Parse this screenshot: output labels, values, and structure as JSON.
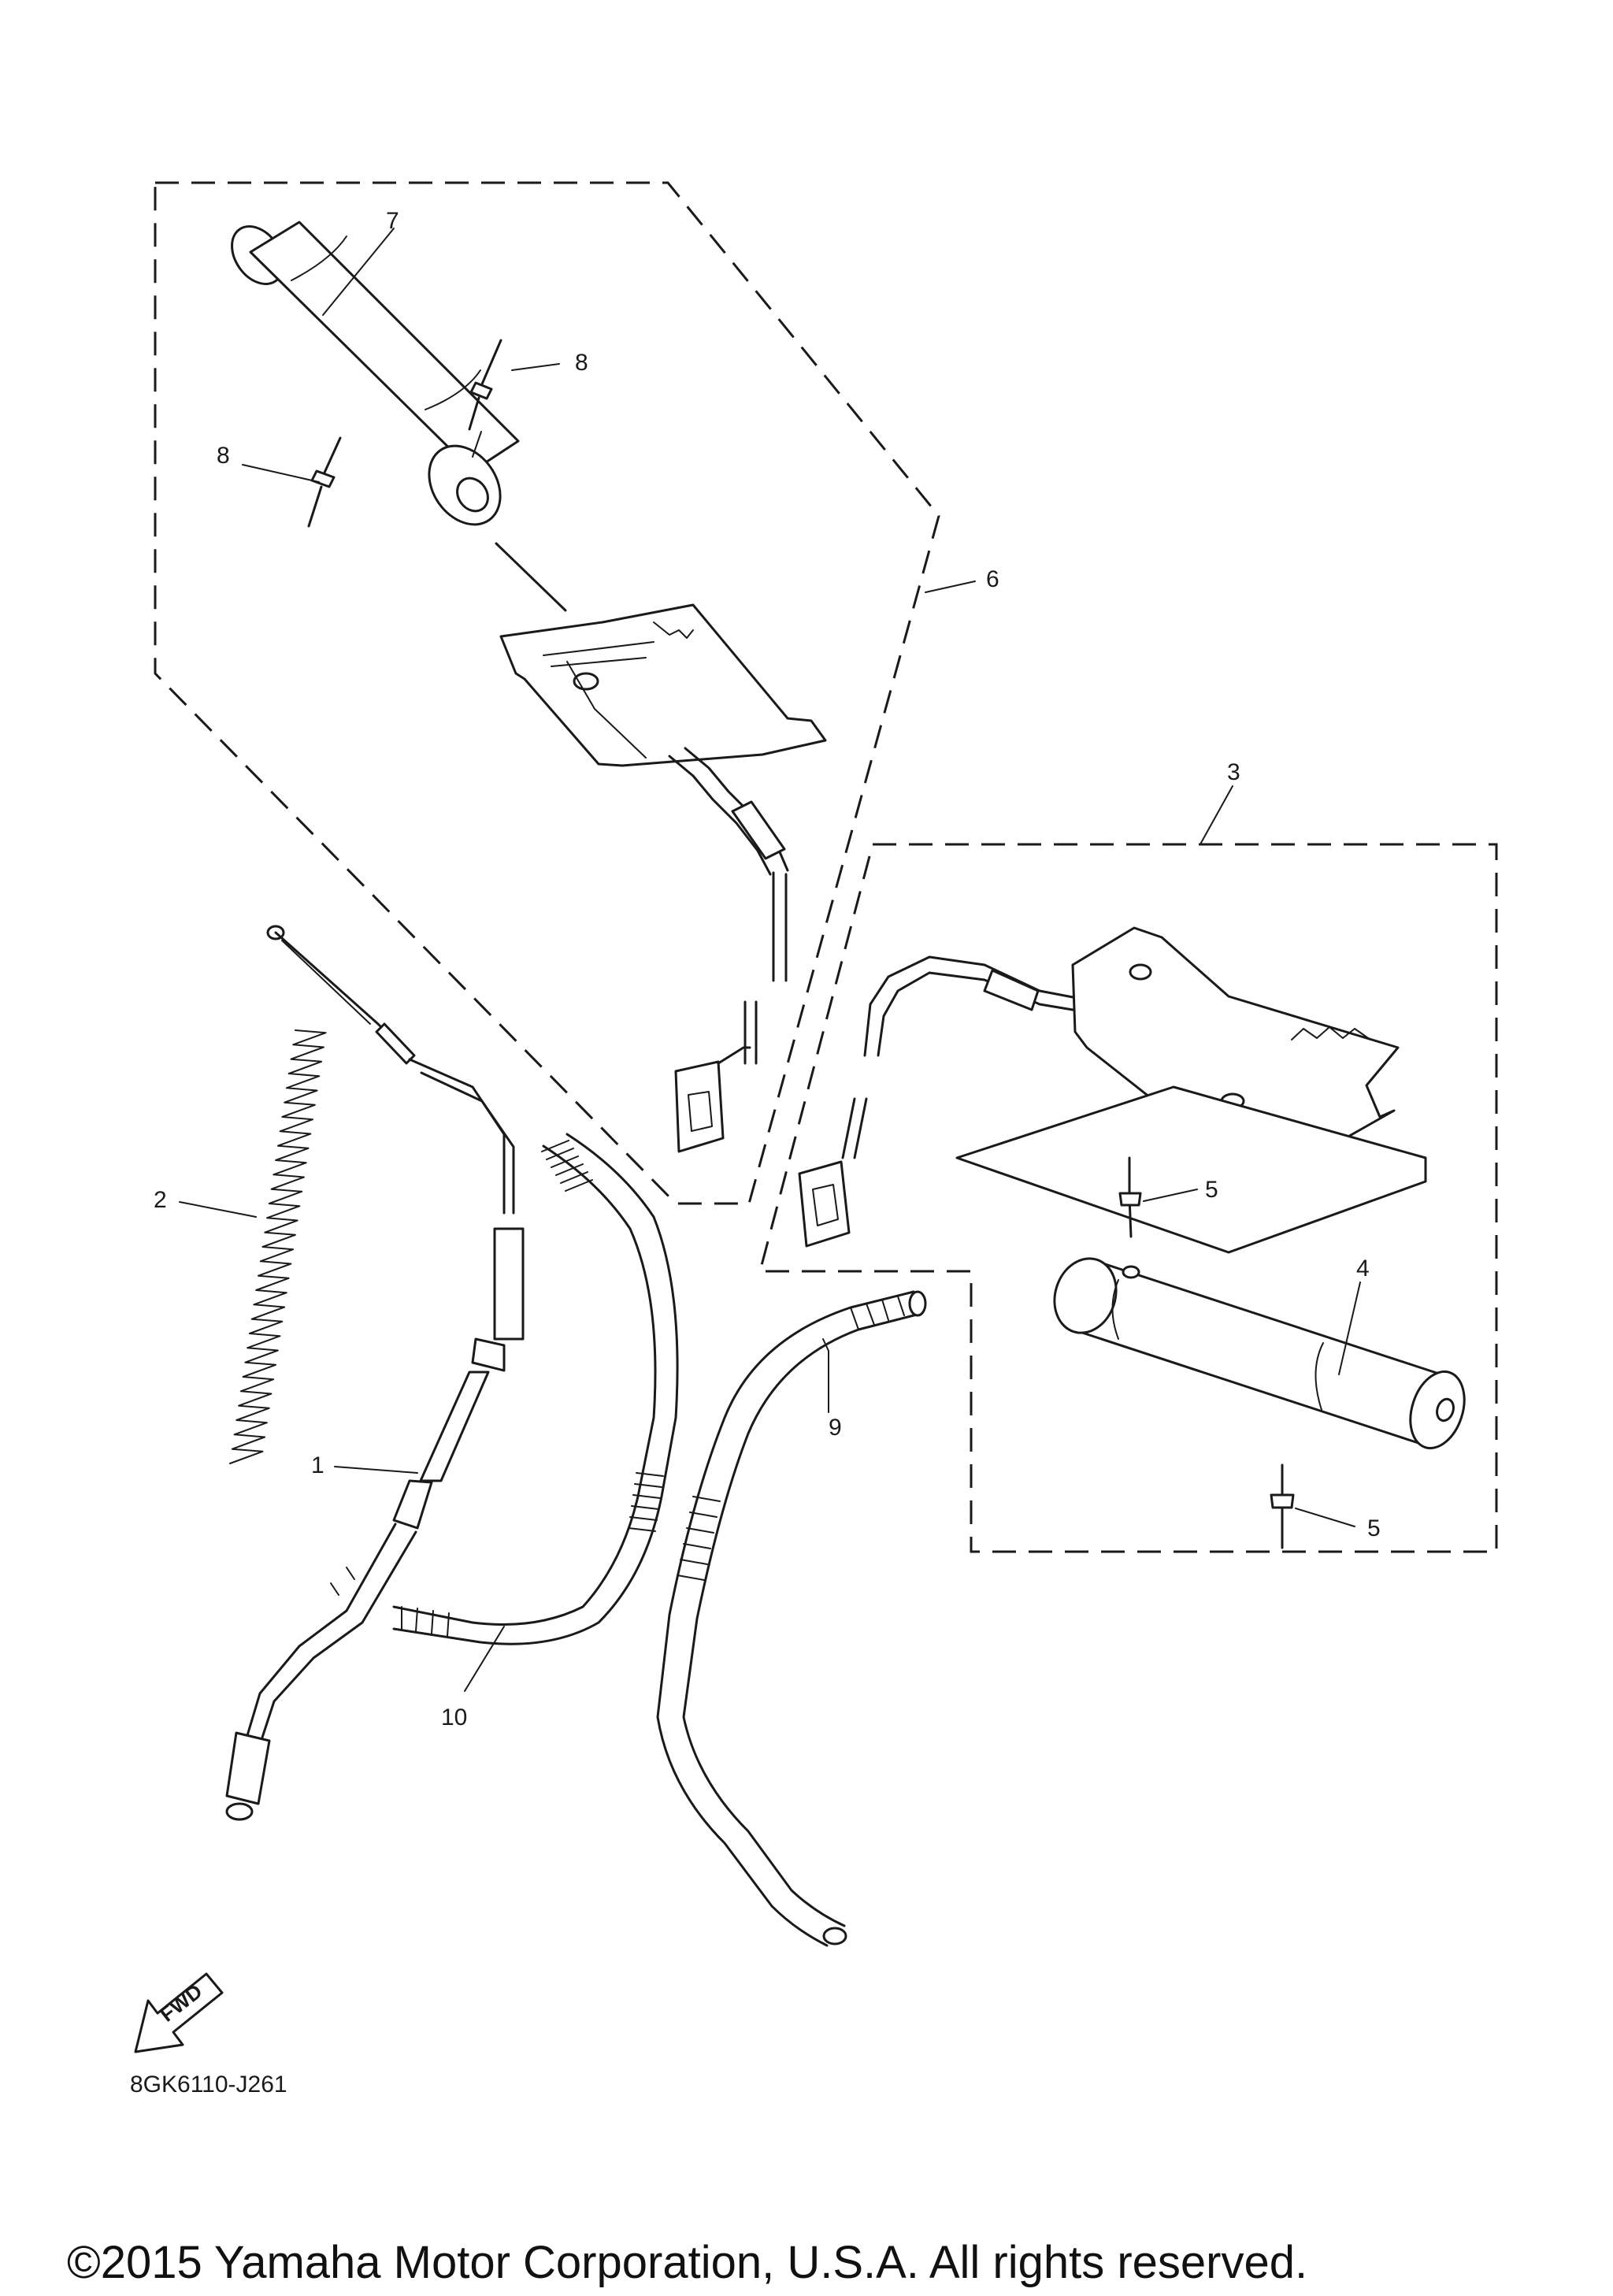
{
  "diagram": {
    "part_numbers": [
      "1",
      "2",
      "3",
      "4",
      "5",
      "5",
      "6",
      "7",
      "8",
      "8",
      "9",
      "10"
    ],
    "direction_arrow": {
      "label": "FWD",
      "icon": "fwd-arrow-icon"
    },
    "diagram_code": "8GK6110-J261",
    "copyright": "©2015 Yamaha Motor Corporation, U.S.A. All rights reserved."
  }
}
